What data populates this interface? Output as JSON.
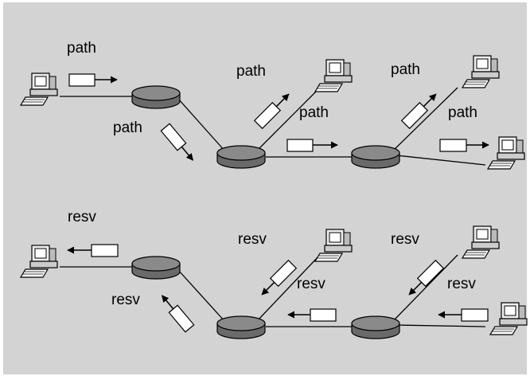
{
  "colors": {
    "background": "#d3d3d3",
    "router_top": "#888888",
    "router_side": "#6a6a6a",
    "link": "#000000",
    "message_box": "#ffffff"
  },
  "path_phase": {
    "labels": [
      "path",
      "path",
      "path",
      "path",
      "path",
      "path"
    ]
  },
  "resv_phase": {
    "labels": [
      "resv",
      "resv",
      "resv",
      "resv",
      "resv",
      "resv"
    ]
  },
  "icons": {
    "host": "computer-host-icon",
    "router": "router-icon",
    "message": "message-packet-icon"
  }
}
